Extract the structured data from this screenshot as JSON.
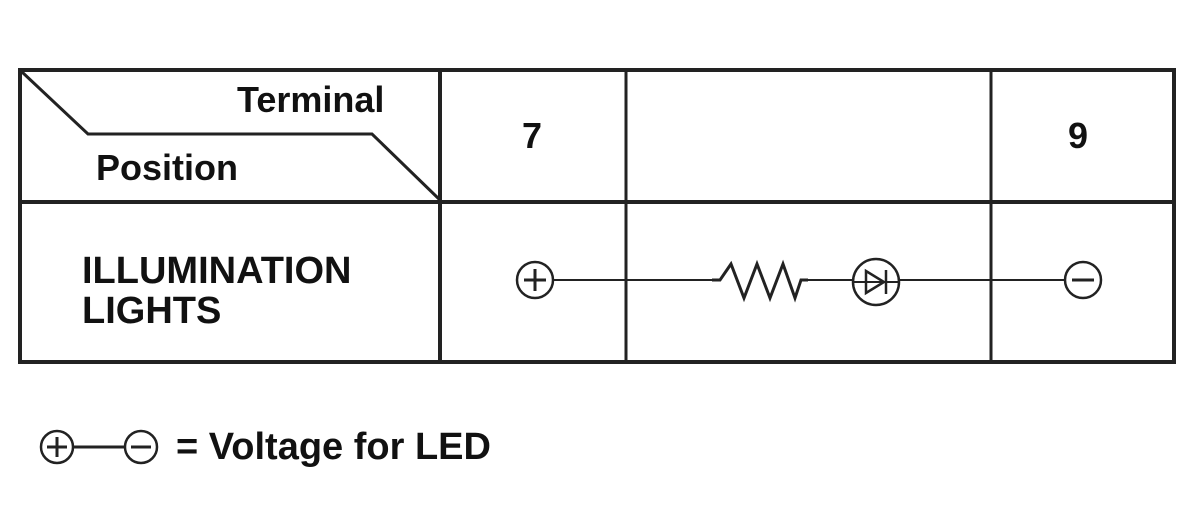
{
  "table": {
    "header_terminal": "Terminal",
    "header_position": "Position",
    "terminal_a": "7",
    "terminal_b": "9",
    "row_label_line1": "ILLUMINATION",
    "row_label_line2": "LIGHTS"
  },
  "circuit": {
    "start_symbol": "plus-terminal-icon",
    "elements": [
      "resistor-icon",
      "led-diode-icon"
    ],
    "end_symbol": "minus-terminal-icon"
  },
  "legend": {
    "text": "= Voltage for LED"
  },
  "colors": {
    "line": "#222222",
    "text": "#111111",
    "background": "#ffffff"
  }
}
